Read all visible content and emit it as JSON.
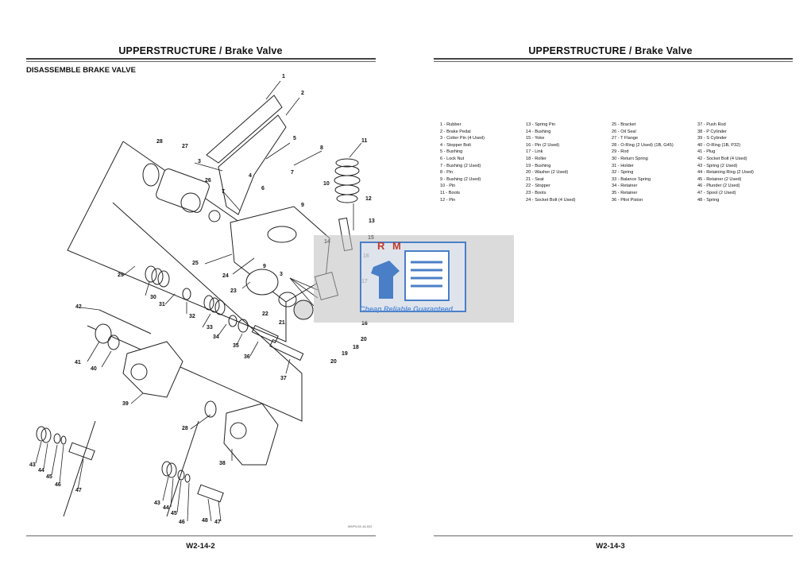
{
  "left_page": {
    "title": "UPPERSTRUCTURE / Brake Valve",
    "subtitle": "DISASSEMBLE BRAKE VALVE",
    "figure_id": "W1P0-02-14-022",
    "page_number": "W2-14-2"
  },
  "right_page": {
    "title": "UPPERSTRUCTURE / Brake Valve",
    "page_number": "W2-14-3",
    "parts_columns": [
      [
        "1 -   Rubber",
        "2 -   Brake Pedal",
        "3 -   Cotter Pin (4 Used)",
        "4 -   Stopper Bolt",
        "5 -   Bushing",
        "6 -   Lock Nut",
        "7 -   Bushing (2 Used)",
        "8 -   Pin",
        "9 -   Bushing (2 Used)",
        "10 - Pin",
        "11 - Boots",
        "12 - Pin"
      ],
      [
        "13 - Spring Pin",
        "14 - Bushing",
        "15 - Yoke",
        "16 - Pin (2 Used)",
        "17 - Link",
        "18 - Roller",
        "19 - Bushing",
        "20 - Washer (2 Used)",
        "21 - Seat",
        "22 - Stopper",
        "23 - Boots",
        "24 - Socket Bolt (4 Used)"
      ],
      [
        "25 - Bracket",
        "26 - Oil Seal",
        "27 - T Flange",
        "28 - O-Ring (2 Used) (1B, G45)",
        "29 - Rod",
        "30 - Return Spring",
        "31 - Holder",
        "32 - Spring",
        "33 - Balance Spring",
        "34 - Retainer",
        "35 - Retainer",
        "36 - Pilot Piston"
      ],
      [
        "37 - Push Rod",
        "38 - P Cylinder",
        "39 - S Cylinder",
        "40 - O-Ring (1B, P32)",
        "41 - Plug",
        "42 - Socket Bolt (4 Used)",
        "43 - Spring (2 Used)",
        "44 - Retaining Ring (2 Used)",
        "45 - Retainer (2 Used)",
        "46 - Plunder (2 Used)",
        "47 - Spool (2 Used)",
        "48 - Spring"
      ]
    ]
  },
  "watermark": {
    "letters": "R M",
    "tagline": "Cheap Reliable Guaranteed"
  },
  "callouts": {
    "c1": "1",
    "c2": "2",
    "c3a": "3",
    "c3b": "3",
    "c4": "4",
    "c5": "5",
    "c6": "6",
    "c7a": "7",
    "c7b": "7",
    "c8": "8",
    "c9a": "9",
    "c9b": "9",
    "c10": "10",
    "c11": "11",
    "c12": "12",
    "c13": "13",
    "c14": "14",
    "c15": "15",
    "c16a": "16",
    "c16b": "16",
    "c17": "17",
    "c18": "18",
    "c19": "19",
    "c20a": "20",
    "c20b": "20",
    "c21": "21",
    "c22": "22",
    "c23": "23",
    "c24": "24",
    "c25": "25",
    "c26": "26",
    "c27": "27",
    "c28a": "28",
    "c28b": "28",
    "c29": "29",
    "c30": "30",
    "c31": "31",
    "c32": "32",
    "c33": "33",
    "c34": "34",
    "c35": "35",
    "c36": "36",
    "c37": "37",
    "c38": "38",
    "c39": "39",
    "c40": "40",
    "c41": "41",
    "c42": "42",
    "c43a": "43",
    "c43b": "43",
    "c44a": "44",
    "c44b": "44",
    "c45a": "45",
    "c45b": "45",
    "c46a": "46",
    "c46b": "46",
    "c47a": "47",
    "c47b": "47",
    "c48": "48"
  }
}
